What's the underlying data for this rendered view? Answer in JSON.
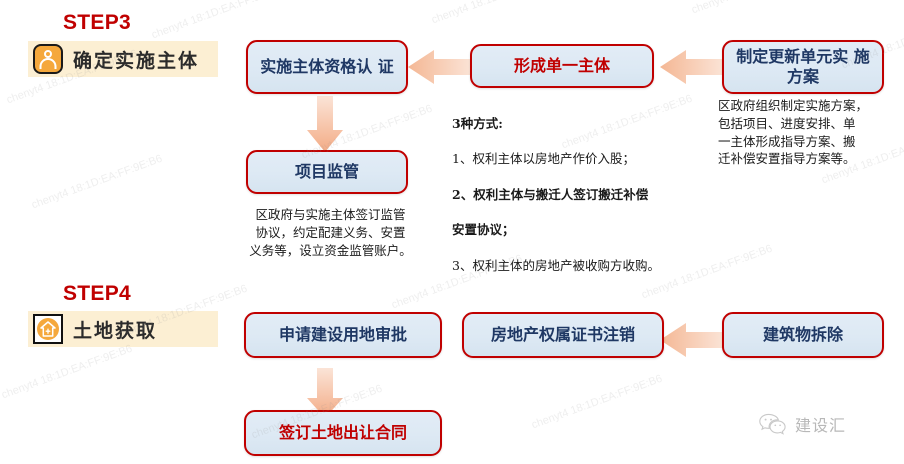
{
  "watermark": {
    "text": "chenyt4 18:1D:EA:FF:9E:B6"
  },
  "step3": {
    "label": "STEP3",
    "band_title": "确定实施主体",
    "icon": "person-icon",
    "boxes": [
      {
        "id": "box-qualification",
        "text": "实施主体资格认\n证",
        "color": "navy"
      },
      {
        "id": "box-supervision",
        "text": "项目监管",
        "color": "navy"
      },
      {
        "id": "box-single-entity",
        "text": "形成单一主体",
        "color": "red"
      },
      {
        "id": "box-renewal-plan",
        "text": "制定更新单元实\n施方案",
        "color": "navy"
      }
    ],
    "caption_supervision": "区政府与实施主体签订监管\n协议，约定配建义务、安置\n义务等，设立资金监管账户。",
    "caption_methods": {
      "heading": "3种方式:",
      "items": [
        {
          "text": "1、权利主体以房地产作价入股；",
          "bold": false
        },
        {
          "text": "2、权利主体与搬迁人签订搬迁补偿",
          "bold": true
        },
        {
          "text": "安置协议；",
          "bold": true
        },
        {
          "text": "3、权利主体的房地产被收购方收购。",
          "bold": false
        }
      ]
    },
    "caption_renewal": "区政府组织制定实施方案，\n包括项目、进度安排、单\n一主体形成指导方案、搬\n迁补偿安置指导方案等。"
  },
  "step4": {
    "label": "STEP4",
    "band_title": "土地获取",
    "icon": "house-icon",
    "boxes": [
      {
        "id": "box-land-approval",
        "text": "申请建设用地审批",
        "color": "navy"
      },
      {
        "id": "box-land-contract",
        "text": "签订土地出让合同",
        "color": "red"
      },
      {
        "id": "box-cert-cancel",
        "text": "房地产权属证书注销",
        "color": "navy"
      },
      {
        "id": "box-demolition",
        "text": "建筑物拆除",
        "color": "navy"
      }
    ]
  },
  "footer": {
    "brand": "建设汇",
    "icon": "wechat-icon"
  },
  "colors": {
    "accent_red": "#c00000",
    "box_fill": "#dde9f4",
    "box_text": "#1f3864",
    "band_yellow": "#fcefd3",
    "arrow_peach": "#f7cdb4",
    "icon_orange": "#f5a83c"
  }
}
